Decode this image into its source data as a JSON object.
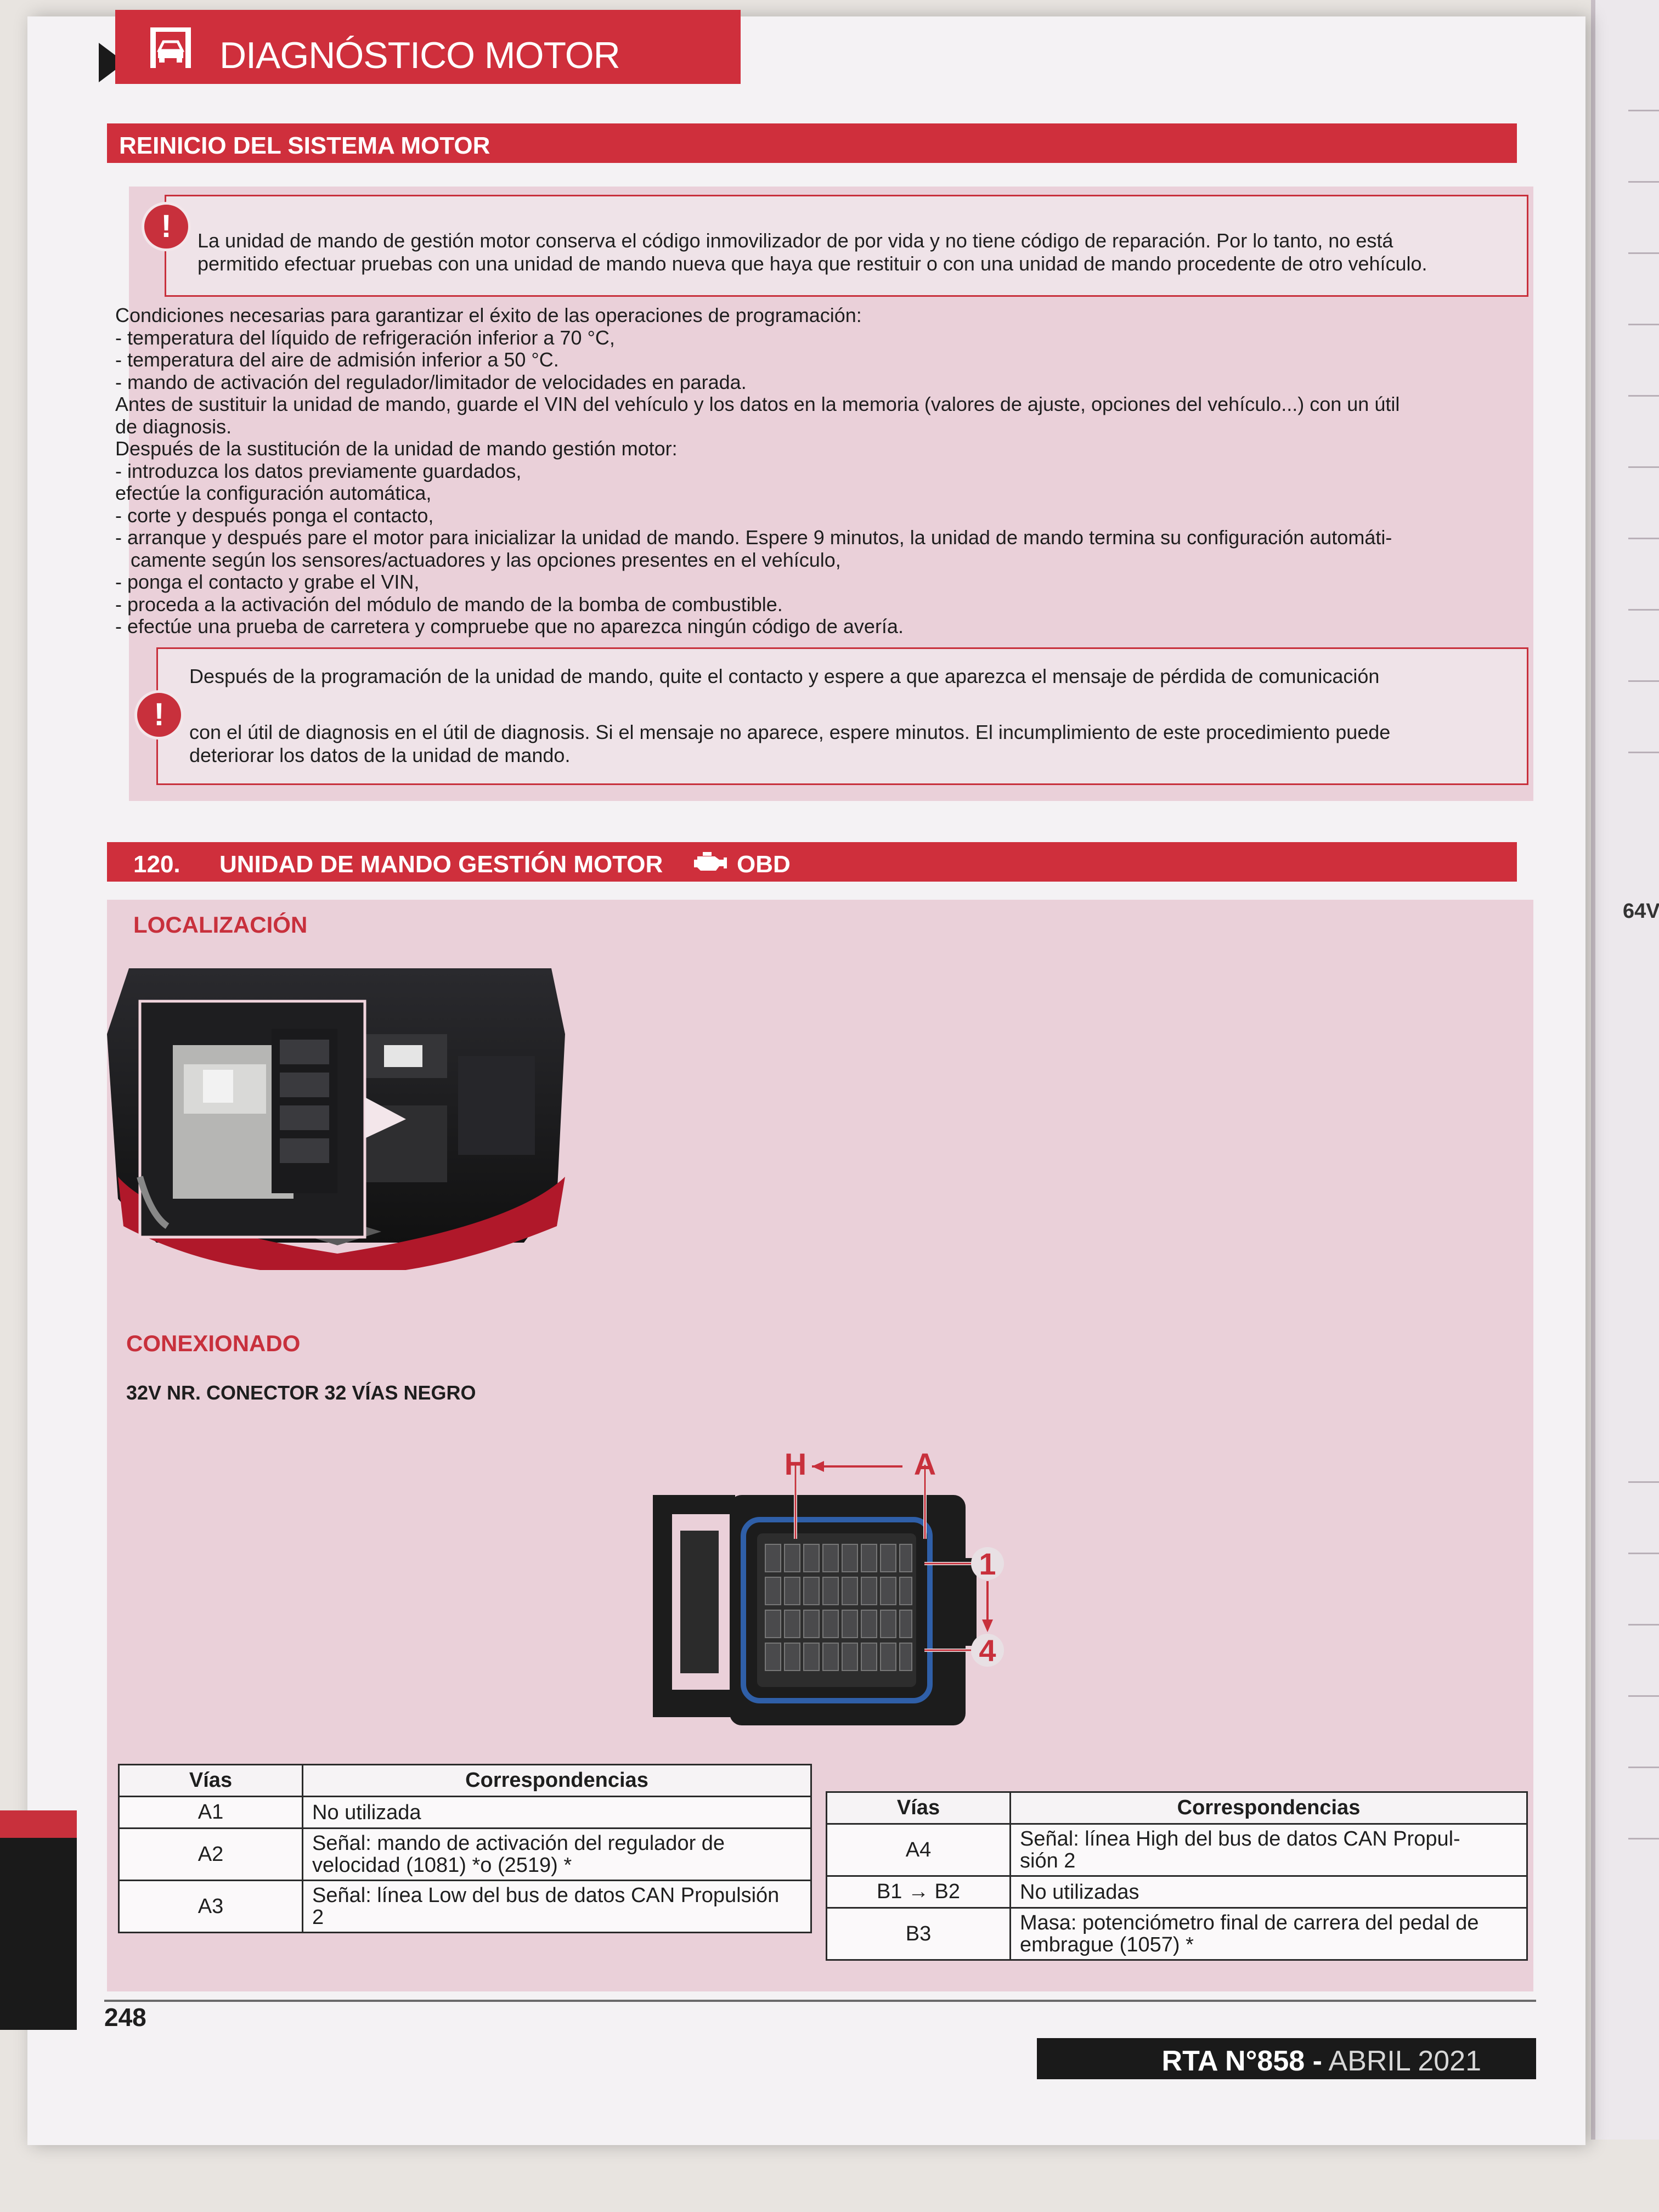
{
  "header": {
    "title": "DIAGNÓSTICO MOTOR",
    "icon": "car-lift-icon"
  },
  "section1": {
    "title": "REINICIO DEL SISTEMA MOTOR",
    "warning1": [
      "La unidad de mando de gestión motor conserva el código inmovilizador de por vida y no tiene código de reparación. Por lo tanto, no está",
      "permitido efectuar pruebas con una unidad de mando nueva que haya que restituir o con una unidad de mando procedente de otro vehículo."
    ],
    "lines": [
      "Condiciones necesarias para garantizar el éxito de las operaciones de programación:",
      "- temperatura del líquido de refrigeración inferior a 70 °C,",
      "- temperatura del aire de admisión inferior a 50 °C.",
      "- mando de activación del regulador/limitador de velocidades en parada.",
      "Antes de sustituir la unidad de mando, guarde el VIN del vehículo y los datos en la memoria (valores de ajuste, opciones del vehículo...) con un útil",
      "de diagnosis.",
      "Después de la sustitución de la unidad de mando gestión motor:",
      "- introduzca los datos previamente guardados,",
      "efectúe la configuración automática,",
      "- corte y después ponga el contacto,",
      "- arranque y después pare el motor para inicializar la unidad de mando. Espere 9 minutos, la unidad de mando termina su configuración automáti-",
      "camente según los sensores/actuadores y las opciones presentes en el vehículo,",
      "- ponga el contacto y grabe el VIN,",
      "- proceda a la activación del módulo de mando de la bomba de combustible.",
      "- efectúe una prueba de carretera y compruebe que no aparezca ningún código de avería."
    ],
    "warning2": [
      "Después de la programación de la unidad de mando, quite el contacto y espere a que aparezca el mensaje de pérdida de comunicación",
      "con el útil de diagnosis en el útil de diagnosis. Si el mensaje no aparece, espere  minutos. El incumplimiento de este procedimiento puede",
      "deteriorar los datos de la unidad de mando."
    ]
  },
  "section2": {
    "number": "120.",
    "title": "UNIDAD DE MANDO GESTIÓN MOTOR",
    "obd_label": "OBD",
    "localizacion": "LOCALIZACIÓN",
    "conexionado": "CONEXIONADO",
    "connector_title": "32V NR. CONECTOR 32 VÍAS NEGRO",
    "connector_labels": {
      "h": "H",
      "a": "A",
      "one": "1",
      "four": "4"
    }
  },
  "table_left": {
    "headers": [
      "Vías",
      "Correspondencias"
    ],
    "rows": [
      {
        "via": "A1",
        "lines": [
          "No utilizada"
        ]
      },
      {
        "via": "A2",
        "lines": [
          "Señal: mando de activación del regulador de",
          "velocidad (1081) *o (2519) *"
        ]
      },
      {
        "via": "A3",
        "lines": [
          "Señal: línea Low del bus de datos CAN Propulsión",
          "2"
        ]
      }
    ]
  },
  "table_right": {
    "headers": [
      "Vías",
      "Correspondencias"
    ],
    "rows": [
      {
        "via": "A4",
        "lines": [
          "Señal: línea High del bus de datos CAN Propul-",
          "sión 2"
        ]
      },
      {
        "via": "B1 → B2",
        "lines": [
          "No utilizadas"
        ]
      },
      {
        "via": "B3",
        "lines": [
          "Masa: potenciómetro final de carrera del pedal de",
          "embrague (1057) *"
        ]
      }
    ]
  },
  "footer": {
    "page_number": "248",
    "magazine": "RTA N°858 -",
    "date": "ABRIL 2021"
  },
  "facing_page": {
    "fragment": "64V"
  }
}
